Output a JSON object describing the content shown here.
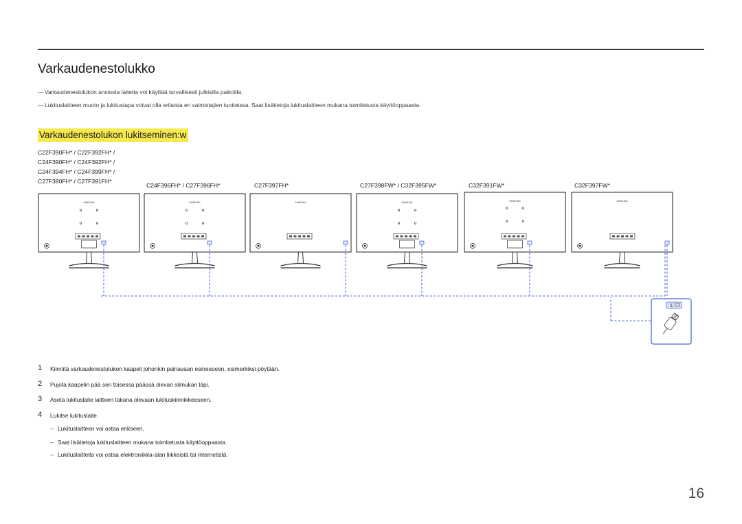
{
  "title": "Varkaudenestolukko",
  "notes": [
    "Varkaudenestolukon ansiosta laitetta voi käyttää turvallisesti julkisilla paikoilla.",
    "Lukituslaitteen muoto ja lukitustapa voivat olla erilaisia eri valmistajien tuotteissa. Saat lisätietoja lukituslaitteen mukana toimitetusta käyttöoppaasta."
  ],
  "note_marker": "―",
  "subheading": "Varkaudenestolukon lukitseminen:w",
  "models": [
    {
      "lines": [
        "C22F390FH* / C22F392FH* /",
        "C24F390FH* / C24F392FH* /",
        "C24F394FH* / C24F399FH* /",
        "C27F390FH* / C27F391FH*"
      ]
    },
    {
      "lines": [
        "C24F396FH* / C27F396FH*"
      ]
    },
    {
      "lines": [
        "C27F397FH*"
      ]
    },
    {
      "lines": [
        "C27F398FW* / C32F395FW*"
      ]
    },
    {
      "lines": [
        "C32F391FW*"
      ]
    },
    {
      "lines": [
        "C32F397FW*"
      ]
    }
  ],
  "brand_text": "SAMSUNG",
  "steps": [
    {
      "num": "1",
      "text": "Kiinnitä varkaudenestolukon kaapeli johonkin painavaan esineeseen, esimerkiksi pöytään."
    },
    {
      "num": "2",
      "text": "Pujota kaapelin pää sen toisessa päässä olevan silmukan läpi."
    },
    {
      "num": "3",
      "text": "Aseta lukituslaite laitteen takana olevaan lukituskiinnikkeeseen."
    },
    {
      "num": "4",
      "text": "Lukitse lukituslaite."
    }
  ],
  "sub_notes": [
    "Lukituslaitteen voi ostaa erikseen.",
    "Saat lisätietoja lukituslaitteen mukana toimitetusta käyttöoppaasta.",
    "Lukituslaitteita voi ostaa elektroniikka-alan liikkeistä tai Internetistä."
  ],
  "sub_marker": "–",
  "page_number": "16",
  "colors": {
    "highlight": "#f6e94e",
    "accent": "#4a68d8",
    "rule": "#3a3a3a"
  }
}
